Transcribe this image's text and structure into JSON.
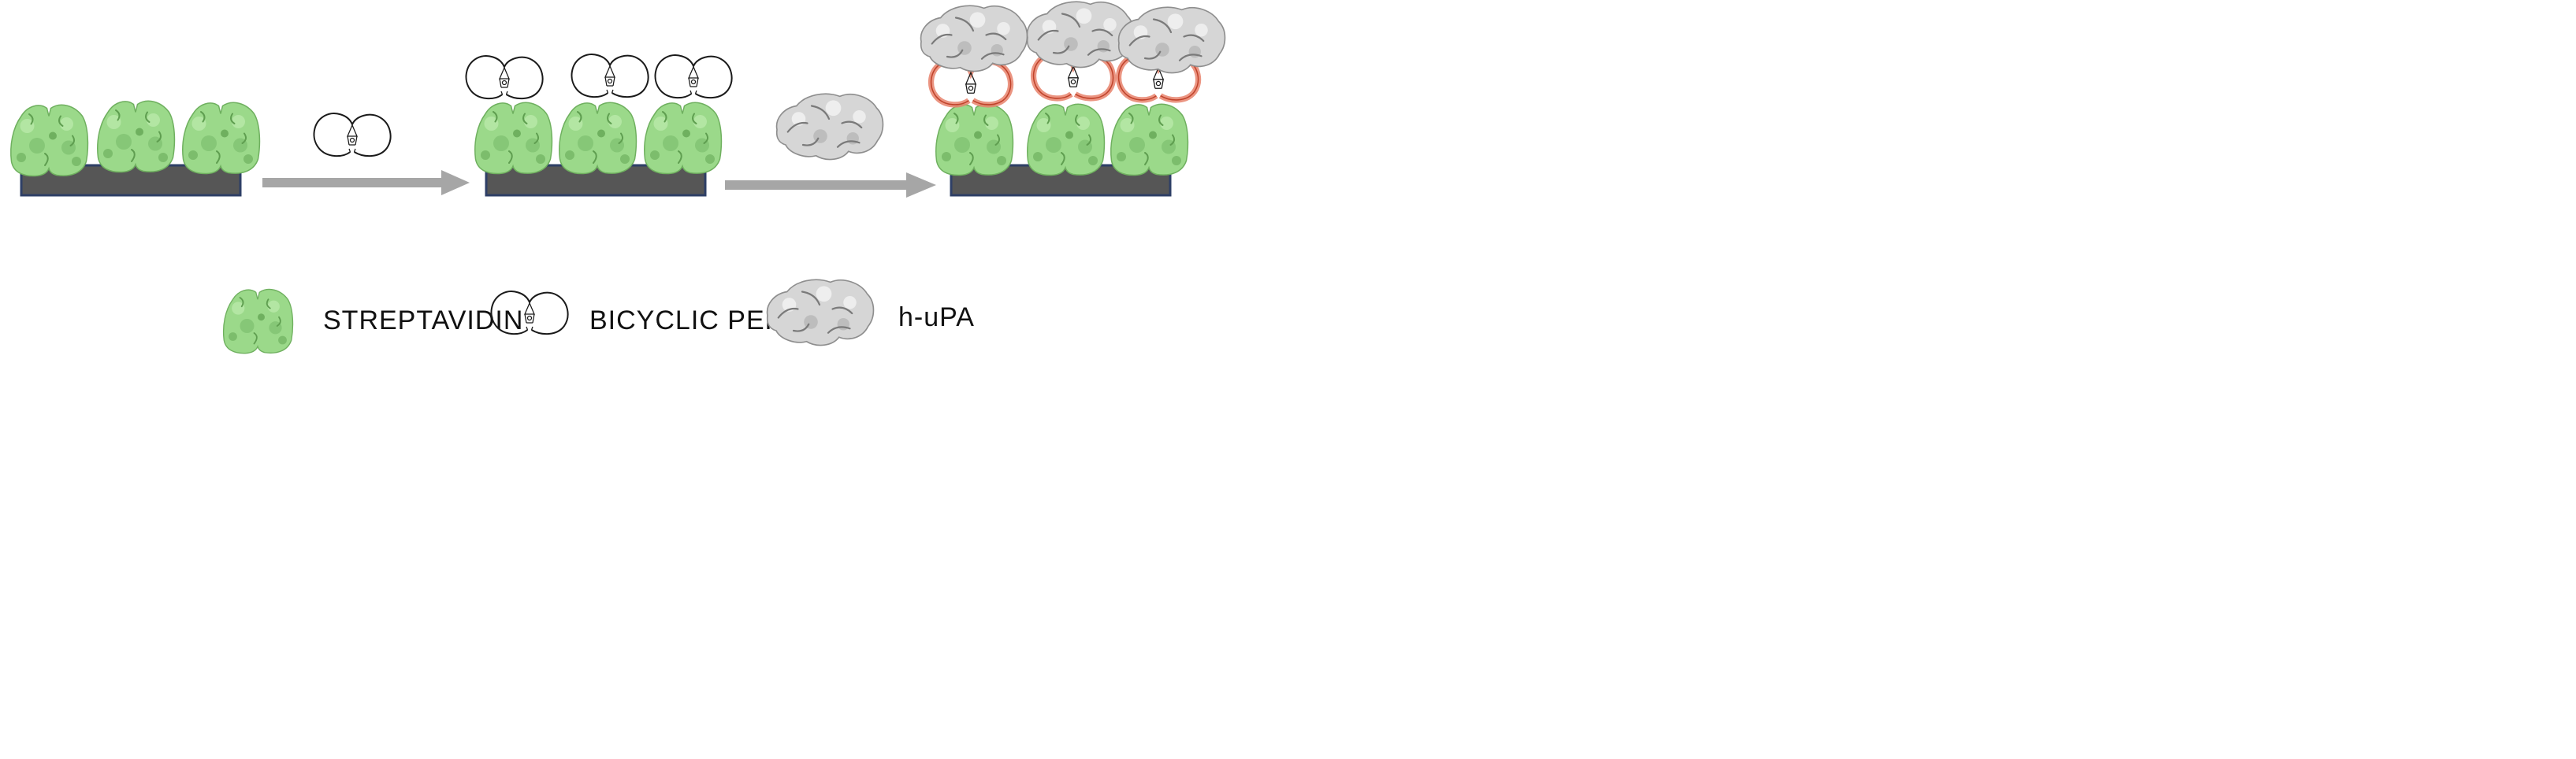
{
  "colors": {
    "streptavidin": "#9bd98a",
    "streptavidin_shadow": "#6fb05f",
    "substrate": "#565656",
    "substrate_edge": "#2e3f66",
    "arrow": "#a6a6a6",
    "peptide": "#1a1a1a",
    "bound_peptide": "#e8826c",
    "upa": "#d6d6d6",
    "upa_shadow": "#8e8e8e"
  },
  "steps": [
    {
      "name": "streptavidin-surface"
    },
    {
      "name": "add-bicyclic-peptide",
      "reagent": "bicyclic-peptide"
    },
    {
      "name": "peptide-coated-surface"
    },
    {
      "name": "add-h-upa",
      "reagent": "h-upa"
    },
    {
      "name": "upa-bound-surface"
    }
  ],
  "legend": [
    {
      "icon": "streptavidin-icon",
      "label": "STREPTAVIDIN"
    },
    {
      "icon": "bicyclic-peptide-icon",
      "label": "BICYCLIC PEPTIDE"
    },
    {
      "icon": "h-upa-icon",
      "label": "h-uPA"
    }
  ]
}
